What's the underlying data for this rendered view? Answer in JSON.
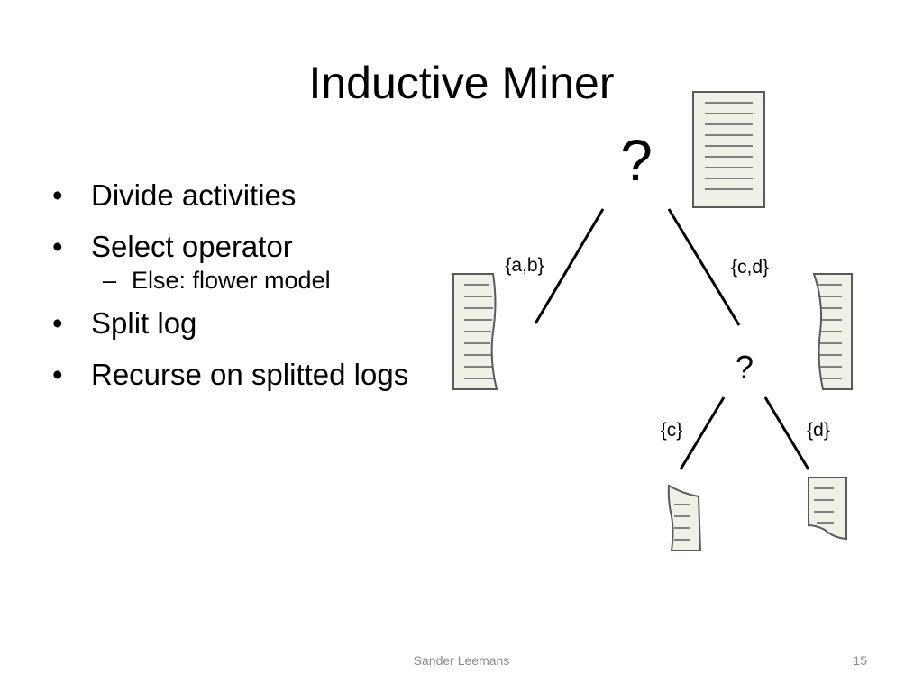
{
  "slide": {
    "title": "Inductive Miner",
    "bullets": [
      {
        "text": "Divide activities",
        "level": 1
      },
      {
        "text": "Select operator",
        "level": 1
      },
      {
        "text": "Else: flower model",
        "level": 2
      },
      {
        "text": "Split log",
        "level": 1
      },
      {
        "text": "Recurse on splitted logs",
        "level": 1
      }
    ],
    "bullet_glyph": "•",
    "sub_bullet_glyph": "–",
    "footer": "Sander Leemans",
    "page_number": "15"
  },
  "diagram": {
    "root_label": "?",
    "child_label": "?",
    "edge_labels": {
      "left": "{a,b}",
      "right": "{c,d}",
      "child_left": "{c}",
      "child_right": "{d}"
    },
    "log_fill": "#eef2e6",
    "log_stroke": "#5a5a5a"
  }
}
